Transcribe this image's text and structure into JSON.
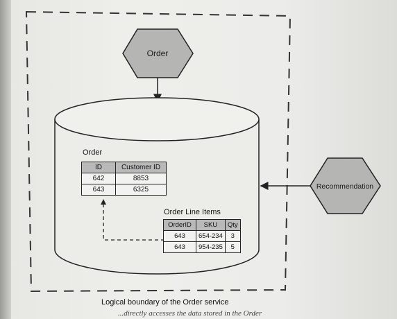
{
  "order_service": {
    "label": "Order"
  },
  "recommendation_service": {
    "label": "Recommendation"
  },
  "boundary": {
    "caption": "Logical boundary of the Order service"
  },
  "order_table": {
    "title": "Order",
    "columns": [
      "ID",
      "Customer ID"
    ],
    "rows": [
      [
        "642",
        "8853"
      ],
      [
        "643",
        "6325"
      ]
    ]
  },
  "line_items_table": {
    "title": "Order Line Items",
    "columns": [
      "OrderID",
      "SKU",
      "Qty"
    ],
    "rows": [
      [
        "643",
        "654-234",
        "3"
      ],
      [
        "643",
        "954-235",
        "5"
      ]
    ]
  },
  "footer_fragment": "...directly accesses the data stored in the Order"
}
